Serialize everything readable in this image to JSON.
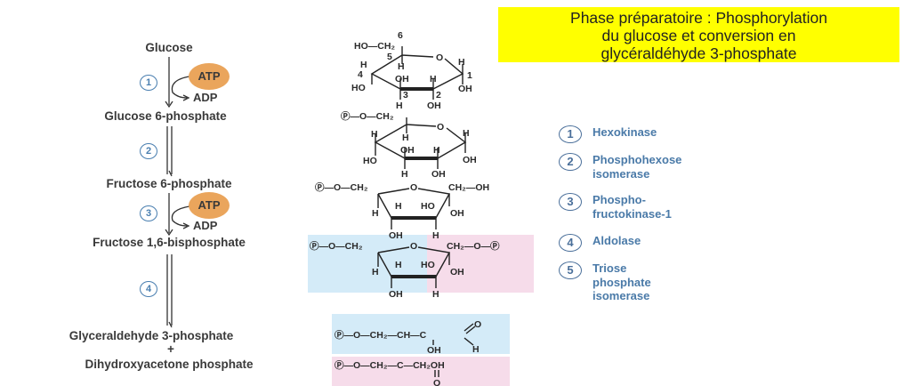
{
  "title": {
    "lines": [
      "Phase préparatoire : Phosphorylation",
      "du glucose et conversion en",
      "glycéraldéhyde 3-phosphate"
    ]
  },
  "pathway": {
    "compounds": [
      "Glucose",
      "Glucose 6-phosphate",
      "Fructose 6-phosphate",
      "Fructose 1,6-bisphosphate",
      "Glyceraldehyde 3-phosphate",
      "+",
      "Dihydroxyacetone phosphate"
    ],
    "step_numbers": [
      "1",
      "2",
      "3",
      "4"
    ],
    "cofactors": [
      {
        "in": "ATP",
        "out": "ADP"
      },
      {
        "in": "ATP",
        "out": "ADP"
      }
    ]
  },
  "colors": {
    "atp": "#eaa55c",
    "title_bg": "#ffff00",
    "enzyme_text": "#4a7aa8",
    "blue_box": "#d4ebf8",
    "pink_box": "#f6dcea"
  },
  "legend": [
    {
      "num": "1",
      "text": "Hexokinase"
    },
    {
      "num": "2",
      "text": "Phosphohexose isomerase"
    },
    {
      "num": "3",
      "text": "Phospho- fructokinase-1"
    },
    {
      "num": "4",
      "text": "Aldolase"
    },
    {
      "num": "5",
      "text": "Triose phosphate isomerase"
    }
  ],
  "structures": {
    "glucose": [
      "HO—CH₂",
      "6",
      "5",
      "H",
      "H",
      "4",
      "OH",
      "H",
      "H",
      "1",
      "HO",
      "OH",
      "3",
      "2",
      "H",
      "OH",
      "O"
    ],
    "g6p": [
      "Ⓟ—O—CH₂",
      "H",
      "H",
      "HO",
      "OH",
      "H",
      "H",
      "OH",
      "H",
      "OH",
      "O"
    ],
    "f6p": [
      "Ⓟ—O—CH₂",
      "O",
      "CH₂—OH",
      "H",
      "H",
      "HO",
      "OH",
      "OH",
      "H"
    ],
    "f16bp": [
      "Ⓟ—O—CH₂",
      "O",
      "CH₂—O—Ⓟ",
      "H",
      "H",
      "HO",
      "OH",
      "OH",
      "H"
    ],
    "gap": [
      "Ⓟ—O—CH₂—CH—C",
      "O",
      "H",
      "OH"
    ],
    "dhap": [
      "Ⓟ—O—CH₂—C—CH₂OH",
      "O"
    ]
  }
}
